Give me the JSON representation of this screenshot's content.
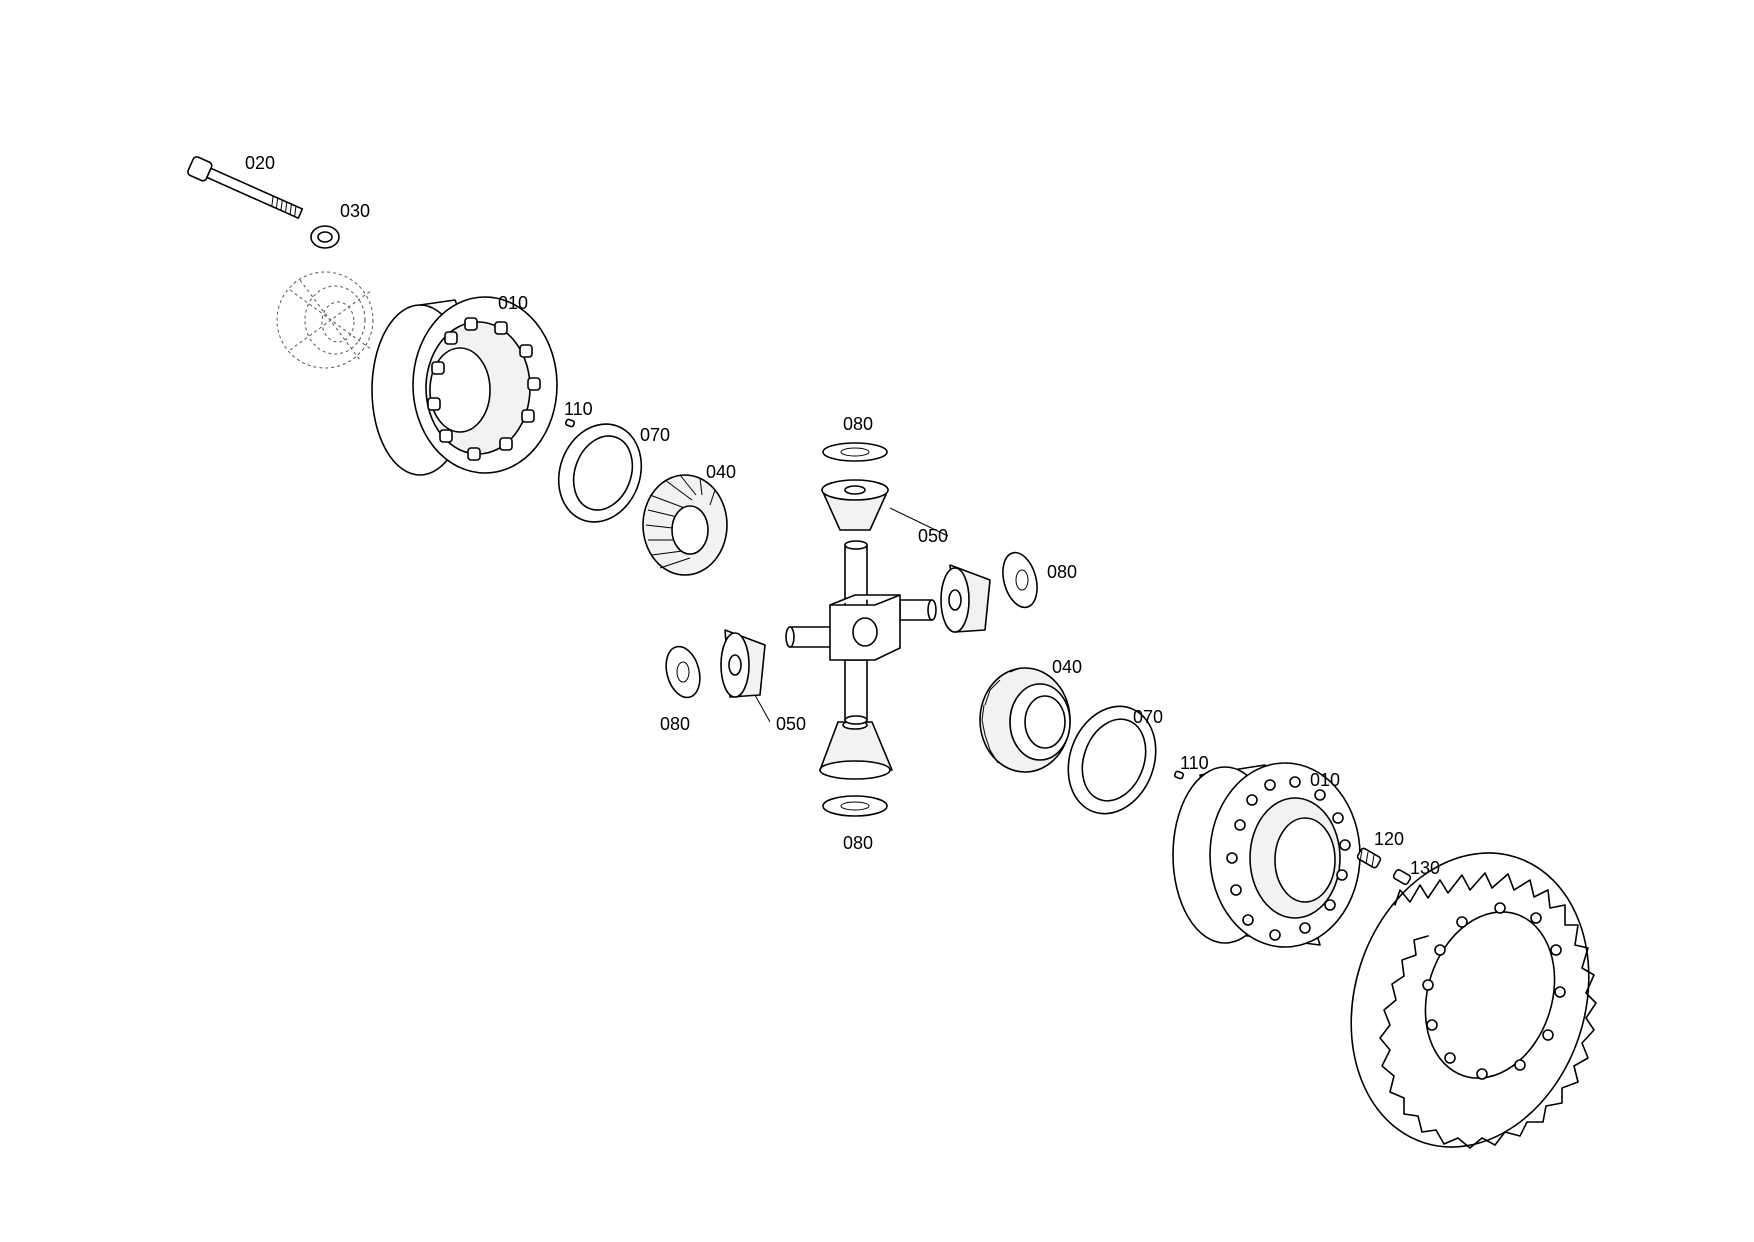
{
  "callouts": [
    "020",
    "030",
    "010",
    "110",
    "070",
    "040",
    "080",
    "050",
    "080",
    "080",
    "050",
    "080",
    "040",
    "070",
    "110",
    "010",
    "120",
    "130"
  ]
}
